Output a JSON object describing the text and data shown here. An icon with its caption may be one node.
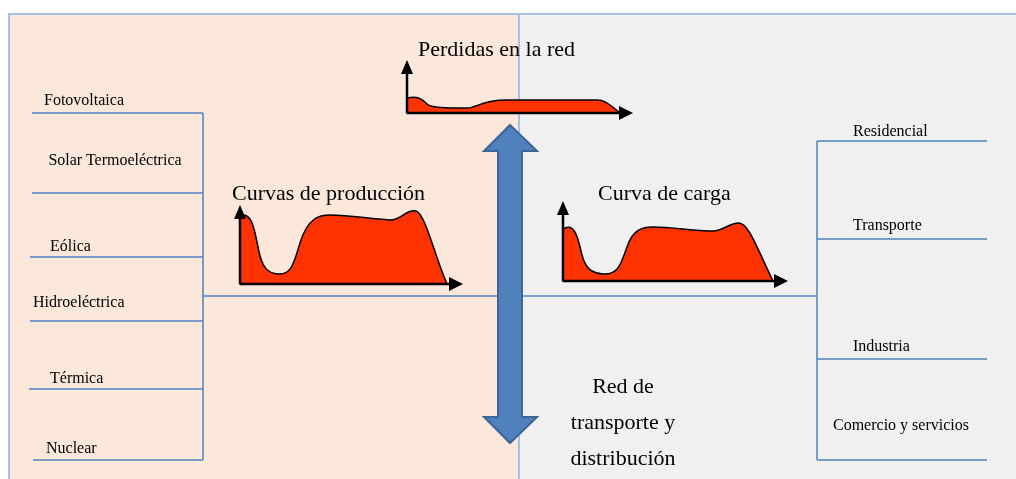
{
  "diagram": {
    "labels": [
      "Perdidas en la red",
      "Fotovoltaica",
      "Solar Termoeléctrica",
      "Curvas de producción",
      "Curva de carga",
      "Residencial",
      "Eólica",
      "Transporte",
      "Hidroeléctrica",
      "Industria",
      "Red de transporte y distribución",
      "Térmica",
      "Comercio y servicios",
      "Nuclear"
    ]
  }
}
